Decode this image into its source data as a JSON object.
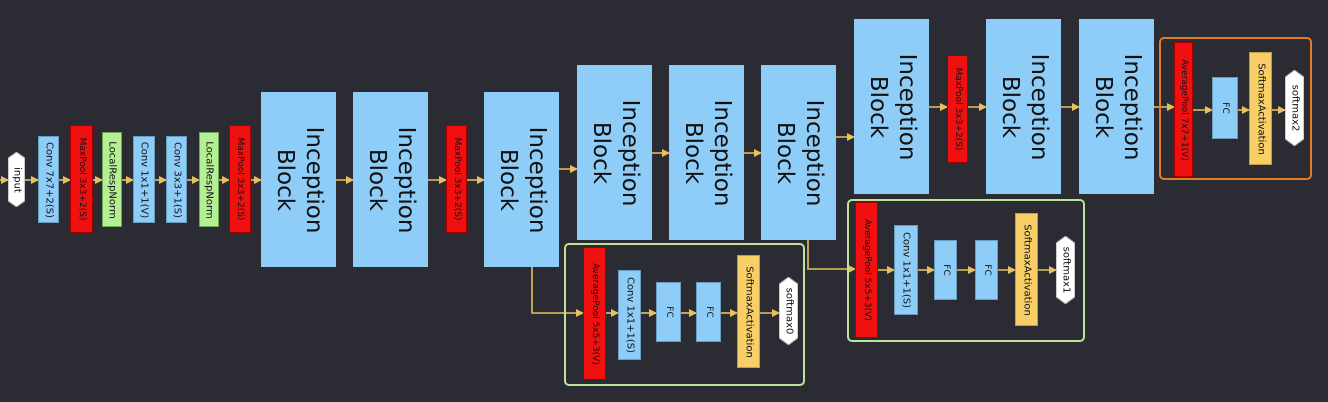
{
  "diagram": {
    "colors": {
      "background": "#2b2c33",
      "inception": "#8ecdf7",
      "pool": "#f01010",
      "norm": "#b5ef94",
      "softmax_activation": "#f7cf66",
      "arrow": "#e8c060",
      "aux_group_border": "#bde39a",
      "main_group_border": "#e27d26"
    },
    "nodes": {
      "input": "input",
      "conv1": "Conv 7x7+2(S)",
      "maxpool1": "MaxPool 3x3+2(S)",
      "lrn1": "LocalRespNorm",
      "conv2": "Conv 1x1+1(V)",
      "conv3": "Conv 3x3+1(S)",
      "lrn2": "LocalRespNorm",
      "maxpool2": "MaxPool 3x3+2(S)",
      "inception_3a": "Inception\nBlock",
      "inception_3b": "Inception\nBlock",
      "maxpool3": "MaxPool 3x3+2(S)",
      "inception_4a": "Inception\nBlock",
      "inception_4b": "Inception\nBlock",
      "inception_4c": "Inception\nBlock",
      "inception_4d": "Inception\nBlock",
      "inception_4e": "Inception\nBlock",
      "maxpool4": "MaxPool 3x3+2(S)",
      "inception_5a": "Inception\nBlock",
      "inception_5b": "Inception\nBlock",
      "aux0_pool": "AveragePool 5x5+3(V)",
      "aux0_conv": "Conv 1x1+1(S)",
      "aux0_fc1": "FC",
      "aux0_fc2": "FC",
      "aux0_act": "SoftmaxActivation",
      "aux0_out": "softmax0",
      "aux1_pool": "AveragePool 5x5+3(V)",
      "aux1_conv": "Conv 1x1+1(S)",
      "aux1_fc1": "FC",
      "aux1_fc2": "FC",
      "aux1_act": "SoftmaxActivation",
      "aux1_out": "softmax1",
      "main_pool": "AveragePool 7x7+1(V)",
      "main_fc": "FC",
      "main_act": "SoftmaxActivation",
      "main_out": "softmax2"
    }
  }
}
